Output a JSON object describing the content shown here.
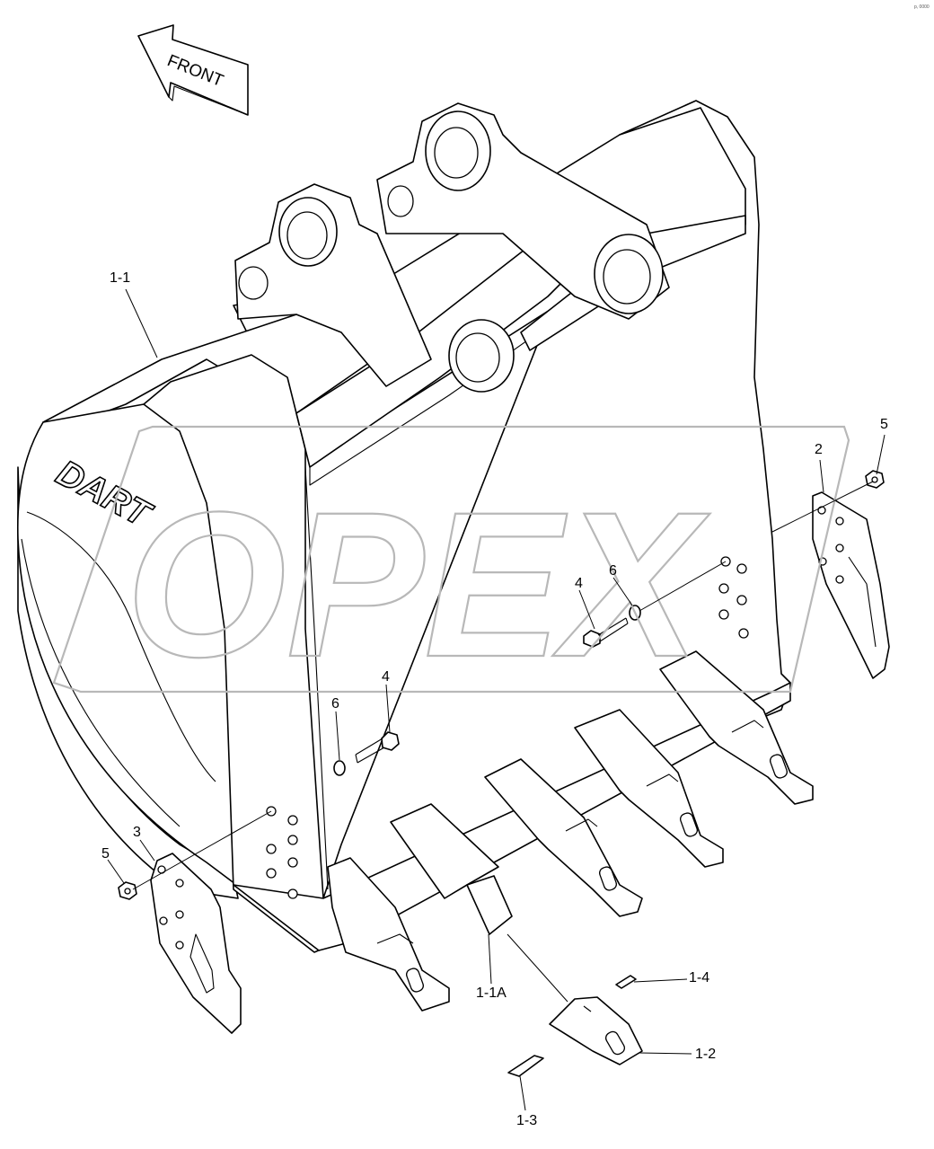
{
  "diagram": {
    "front_arrow_label": "FRONT",
    "brand_logo": "DART",
    "watermark": "OPEX",
    "corner_mark": "p, 0000",
    "callouts": [
      {
        "id": "c-1-1",
        "text": "1-1"
      },
      {
        "id": "c-2",
        "text": "2"
      },
      {
        "id": "c-5-right",
        "text": "5"
      },
      {
        "id": "c-4-right",
        "text": "4"
      },
      {
        "id": "c-6-right",
        "text": "6"
      },
      {
        "id": "c-6-left",
        "text": "6"
      },
      {
        "id": "c-4-left",
        "text": "4"
      },
      {
        "id": "c-3",
        "text": "3"
      },
      {
        "id": "c-5-left",
        "text": "5"
      },
      {
        "id": "c-1-1A",
        "text": "1-1A"
      },
      {
        "id": "c-1-4",
        "text": "1-4"
      },
      {
        "id": "c-1-2",
        "text": "1-2"
      },
      {
        "id": "c-1-3",
        "text": "1-3"
      }
    ]
  }
}
